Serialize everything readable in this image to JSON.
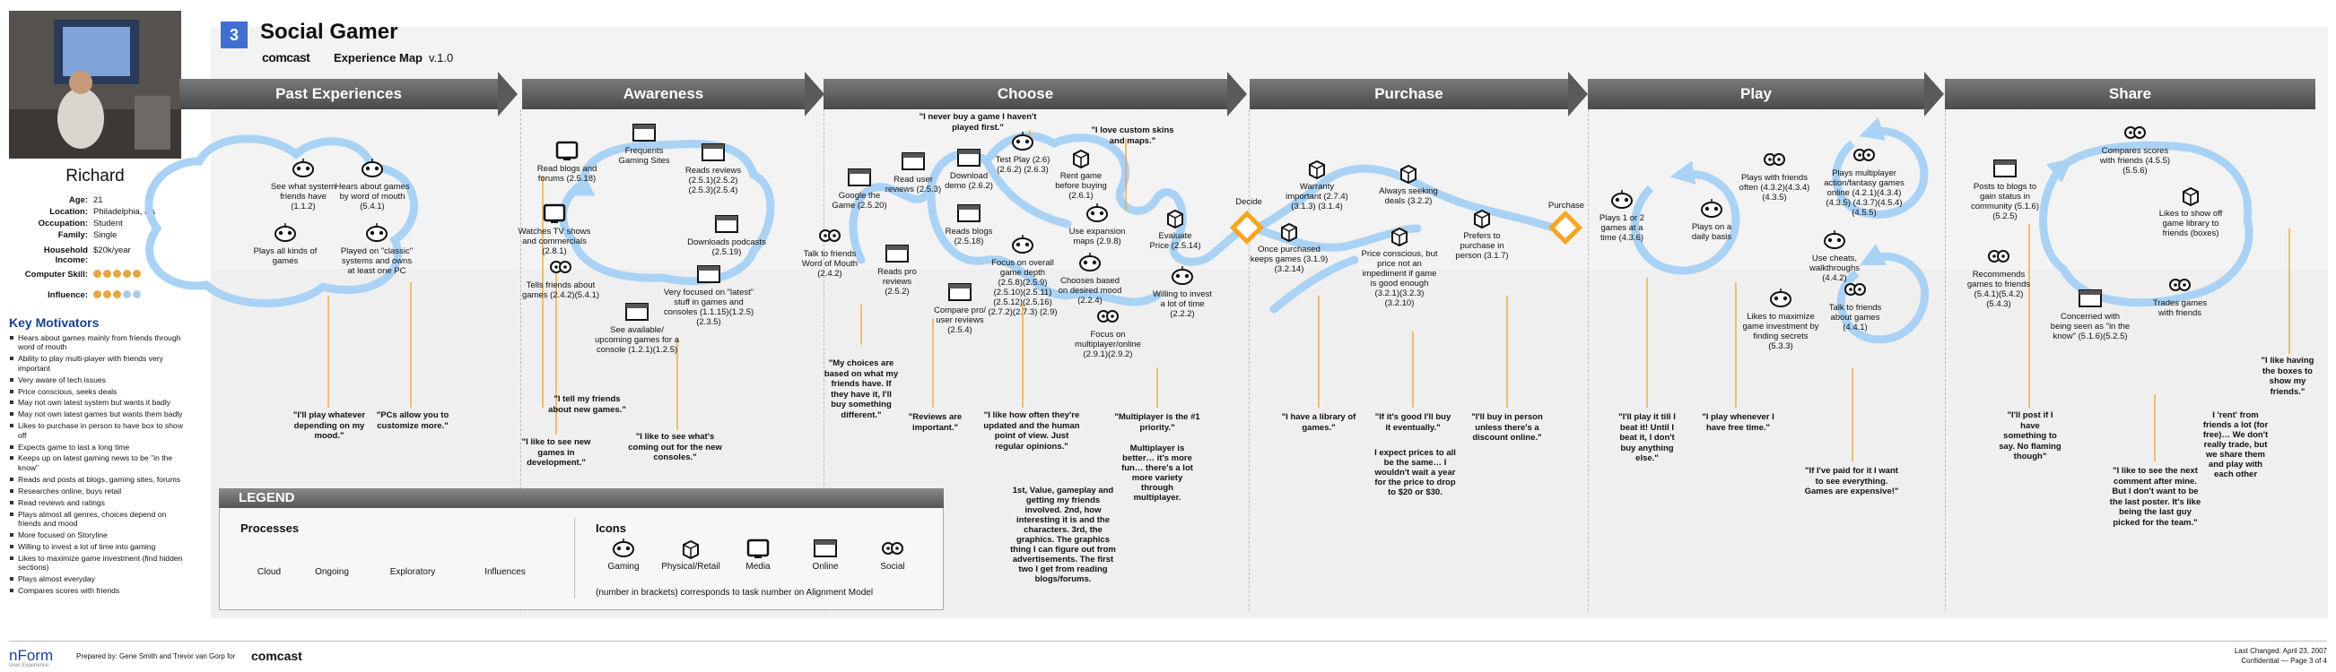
{
  "header": {
    "number": "3",
    "title": "Social Gamer",
    "brand": "comcast",
    "subtitle": "Experience Map",
    "version": "v.1.0"
  },
  "phases": [
    "Past Experiences",
    "Awareness",
    "Choose",
    "Purchase",
    "Play",
    "Share"
  ],
  "persona": {
    "name": "Richard",
    "profile": [
      {
        "key": "Age:",
        "value": "21"
      },
      {
        "key": "Location:",
        "value": "Philadelphia, PA"
      },
      {
        "key": "Occupation:",
        "value": "Student"
      },
      {
        "key": "Family:",
        "value": "Single"
      },
      {
        "key": "Household Income:",
        "value": "$20k/year"
      }
    ],
    "ratings": [
      {
        "key": "Computer Skill:",
        "value": 5,
        "max": 5
      },
      {
        "key": "Influence:",
        "value": 3,
        "max": 5
      }
    ]
  },
  "motivators": {
    "title": "Key Motivators",
    "items": [
      "Hears about games mainly from friends through word of mouth",
      "Ability to play multi-player with friends very important",
      "Very aware of tech issues",
      "Price conscious, seeks deals",
      "May not own latest system but wants it badly",
      "May not own latest games but wants them badly",
      "Likes to purchase in person to have box to show off",
      "Expects game to last a long time",
      "Keeps up on latest gaming news to be \"in the know\"",
      "Reads and posts at blogs, gaming sites, forums",
      "Researches online, buys retail",
      "Read reviews and ratings",
      "Plays almost all genres, choices depend on friends and mood",
      "More focused on Storyline",
      "Willing to invest a lot of time into gaming",
      "Likes to maximize game investment (find hidden sections)",
      "Plays almost everyday",
      "Compares scores with friends"
    ]
  },
  "nodes": [
    {
      "text": "See what system friends have (1.1.2)",
      "icon": "gamepad"
    },
    {
      "text": "Hears about games by word of mouth (5.4.1)",
      "icon": "gamepad"
    },
    {
      "text": "Plays all kinds of games",
      "icon": "gamepad"
    },
    {
      "text": "Played on \"classic\" systems and owns at least one PC",
      "icon": "gamepad"
    },
    {
      "text": "Read blogs and forums (2.5.18)",
      "icon": "media"
    },
    {
      "text": "Frequents Gaming Sites",
      "icon": "online"
    },
    {
      "text": "Reads reviews (2.5.1)(2.5.2) (2.5.3)(2.5.4)",
      "icon": "online"
    },
    {
      "text": "Watches TV shows and commercials (2.8.1)",
      "icon": "media"
    },
    {
      "text": "Downloads podcasts (2.5.19)",
      "icon": "online"
    },
    {
      "text": "Tells friends about games (2.4.2)(5.4.1)",
      "icon": "social"
    },
    {
      "text": "Very focused on \"latest\" stuff in games and consoles (1.1.15)(1.2.5) (2.3.5)",
      "icon": "online"
    },
    {
      "text": "See available/ upcoming games for a console (1.2.1)(1.2.5)",
      "icon": "online"
    },
    {
      "text": "Google the Game (2.5.20)",
      "icon": "online"
    },
    {
      "text": "Read user reviews (2.5.3)",
      "icon": "online"
    },
    {
      "text": "Download demo (2.6.2)",
      "icon": "online"
    },
    {
      "text": "Test Play (2.6)(2.6.2) (2.6.3)",
      "icon": "gamepad"
    },
    {
      "text": "Rent game before buying (2.6.1)",
      "icon": "physical"
    },
    {
      "text": "Talk to friends Word of Mouth (2.4.2)",
      "icon": "social"
    },
    {
      "text": "Reads blogs (2.5.18)",
      "icon": "online"
    },
    {
      "text": "Use expansion maps (2.9.8)",
      "icon": "gamepad"
    },
    {
      "text": "Reads pro reviews (2.5.2)",
      "icon": "online"
    },
    {
      "text": "Focus on overall game depth (2.5.8)(2.5.9) (2.5.10)(2.5.11) (2.5.12)(2.5.16) (2.7.2)(2.7.3) (2.9)",
      "icon": "gamepad"
    },
    {
      "text": "Chooses based on desired mood (2.2.4)",
      "icon": "gamepad"
    },
    {
      "text": "Compare pro/ user reviews (2.5.4)",
      "icon": "online"
    },
    {
      "text": "Evaluate Price (2.5.14)",
      "icon": "physical"
    },
    {
      "text": "Focus on multiplayer/online (2.9.1)(2.9.2)",
      "icon": "social"
    },
    {
      "text": "Willing to invest a lot of time (2.2.2)",
      "icon": "gamepad"
    },
    {
      "text": "Warranty important (2.7.4)(3.1.3) (3.1.4)",
      "icon": "physical"
    },
    {
      "text": "Always seeking deals (3.2.2)",
      "icon": "physical"
    },
    {
      "text": "Once purchased keeps games (3.1.9)(3.2.14)",
      "icon": "physical"
    },
    {
      "text": "Price conscious, but price not an impediment if game is good enough (3.2.1)(3.2.3) (3.2.10)",
      "icon": "physical"
    },
    {
      "text": "Prefers to purchase in person (3.1.7)",
      "icon": "physical"
    },
    {
      "text": "Plays 1 or 2 games at a time (4.3.6)",
      "icon": "gamepad"
    },
    {
      "text": "Plays on a daily basis",
      "icon": "gamepad"
    },
    {
      "text": "Plays with friends often (4.3.2)(4.3.4)(4.3.5)",
      "icon": "social"
    },
    {
      "text": "Plays multiplayer action/fantasy games online (4.2.1)(4.3.4)(4.3.5) (4.3.7)(4.5.4)(4.5.5)",
      "icon": "social"
    },
    {
      "text": "Use cheats, walkthroughs (4.4.2)",
      "icon": "gamepad"
    },
    {
      "text": "Likes to maximize game investment by finding secrets (5.3.3)",
      "icon": "gamepad"
    },
    {
      "text": "Talk to friends about games (4.4.1)",
      "icon": "social"
    },
    {
      "text": "Compares scores with friends (4.5.5)(5.5.6)",
      "icon": "social"
    },
    {
      "text": "Posts to blogs to gain status in community (5.1.6)(5.2.5)",
      "icon": "online"
    },
    {
      "text": "Likes to show off game library to friends (boxes)",
      "icon": "physical"
    },
    {
      "text": "Recommends games to friends (5.4.1)(5.4.2) (5.4.3)",
      "icon": "social"
    },
    {
      "text": "Concerned with being seen as \"in the know\" (5.1.6)(5.2.5)",
      "icon": "online"
    },
    {
      "text": "Trades games with friends",
      "icon": "social"
    }
  ],
  "decisions": [
    "Decide",
    "Purchase"
  ],
  "quotes": [
    "\"I'll play whatever depending on my mood.\"",
    "\"PCs allow you to customize more.\"",
    "\"I tell my friends about new games.\"",
    "\"I like to see new games in development.\"",
    "\"I like to see what's coming out for the new consoles.\"",
    "\"I never buy a game I haven't played first.\"",
    "\"I love custom skins and maps.\"",
    "\"My choices are based on what my friends have. If they have it, I'll buy something different.\"",
    "\"Reviews are important.\"",
    "\"I like how often they're updated and the human point of view. Just regular opinions.\"",
    "\"Multiplayer is the #1 priority.\"",
    "Multiplayer is better… it's more fun… there's a lot more variety through multiplayer.",
    "1st, Value, gameplay and getting my friends involved. 2nd, how interesting it is and the characters. 3rd, the graphics. The graphics thing I can figure out from advertisements. The first two I get from reading blogs/forums.",
    "\"I have a library of games.\"",
    "\"If it's good I'll buy it eventually.\"",
    "I expect prices to all be the same… I wouldn't wait a year for the price to drop to $20 or $30.",
    "\"I'll buy in person unless there's a discount online.\"",
    "\"I'll play it till I beat it! Until I beat it, I don't buy anything else.\"",
    "\"I play whenever I have free time.\"",
    "\"If I've paid for it I want to see everything. Games are expensive!\"",
    "\"I'll post if I have something to say. No flaming though\"",
    "\"I like to see the next comment after mine. But I don't want to be the last poster. It's like being the last guy picked for the team.\"",
    "I 'rent' from friends a lot (for free)… We don't really trade, but we share them and play with each other",
    "\"I like having the boxes to show my friends.\""
  ],
  "legend": {
    "title": "LEGEND",
    "processes_title": "Processes",
    "processes": [
      "Cloud",
      "Ongoing",
      "Exploratory",
      "Influences"
    ],
    "icons_title": "Icons",
    "icons": [
      "Gaming",
      "Physical/Retail",
      "Media",
      "Online",
      "Social"
    ],
    "note": "(number in brackets) corresponds to task number on Alignment Model"
  },
  "footer": {
    "logo": "nForm",
    "logo_sub": "User Experience",
    "prepared": "Prepared by: Gene Smith and Trevor van Gorp for",
    "brand": "comcast",
    "changed": "Last Changed: April 23, 2007",
    "confidential": "Confidential  —  Page 3 of 4"
  },
  "colors": {
    "flow": "#a9d2f5",
    "annotation": "#f0a030",
    "decision": "#f5a623",
    "phase_bar": "#5a5a5a",
    "badge": "#3f6fd1"
  }
}
